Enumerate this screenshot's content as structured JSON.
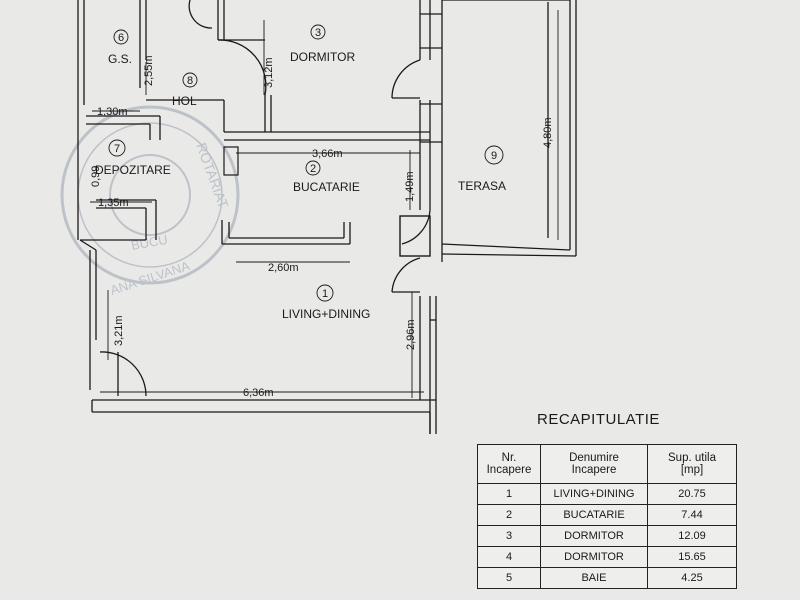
{
  "rooms": [
    {
      "num": "6",
      "label": "G.S."
    },
    {
      "num": "8",
      "label": "HOL"
    },
    {
      "num": "3",
      "label": "DORMITOR"
    },
    {
      "num": "7",
      "label": "DEPOZITARE"
    },
    {
      "num": "2",
      "label": "BUCATARIE"
    },
    {
      "num": "9",
      "label": "TERASA"
    },
    {
      "num": "1",
      "label": "LIVING+DINING"
    }
  ],
  "dimensions": {
    "gs_height": "2,55m",
    "dormitor_height": "3,12m",
    "hol_width": "1,30m",
    "terasa_height": "4,80m",
    "bucatarie_width": "3,66m",
    "bucatarie_height": "1,49m",
    "depozitare_height": "0,99",
    "depozitare_width": "1,35m",
    "counter_width": "2,60m",
    "living_left_height": "3,21m",
    "living_right_height": "2,96m",
    "living_width": "6,36m"
  },
  "stamp": {
    "ring_text_top": "ROTARIAT",
    "ring_text_bottom": "ANA SILVANA",
    "inner_text": "BUCU"
  },
  "recap": {
    "title": "RECAPITULATIE",
    "headers": {
      "nr": [
        "Nr.",
        "Incapere"
      ],
      "denumire": [
        "Denumire",
        "Incapere"
      ],
      "sup": [
        "Sup. utila",
        "[mp]"
      ]
    },
    "rows": [
      {
        "nr": "1",
        "name": "LIVING+DINING",
        "area": "20.75"
      },
      {
        "nr": "2",
        "name": "BUCATARIE",
        "area": "7.44"
      },
      {
        "nr": "3",
        "name": "DORMITOR",
        "area": "12.09"
      },
      {
        "nr": "4",
        "name": "DORMITOR",
        "area": "15.65"
      },
      {
        "nr": "5",
        "name": "BAIE",
        "area": "4.25"
      }
    ]
  },
  "colors": {
    "ink": "#1a1a1a",
    "paper": "#e9e9e7",
    "stamp": "#8a93a6"
  }
}
